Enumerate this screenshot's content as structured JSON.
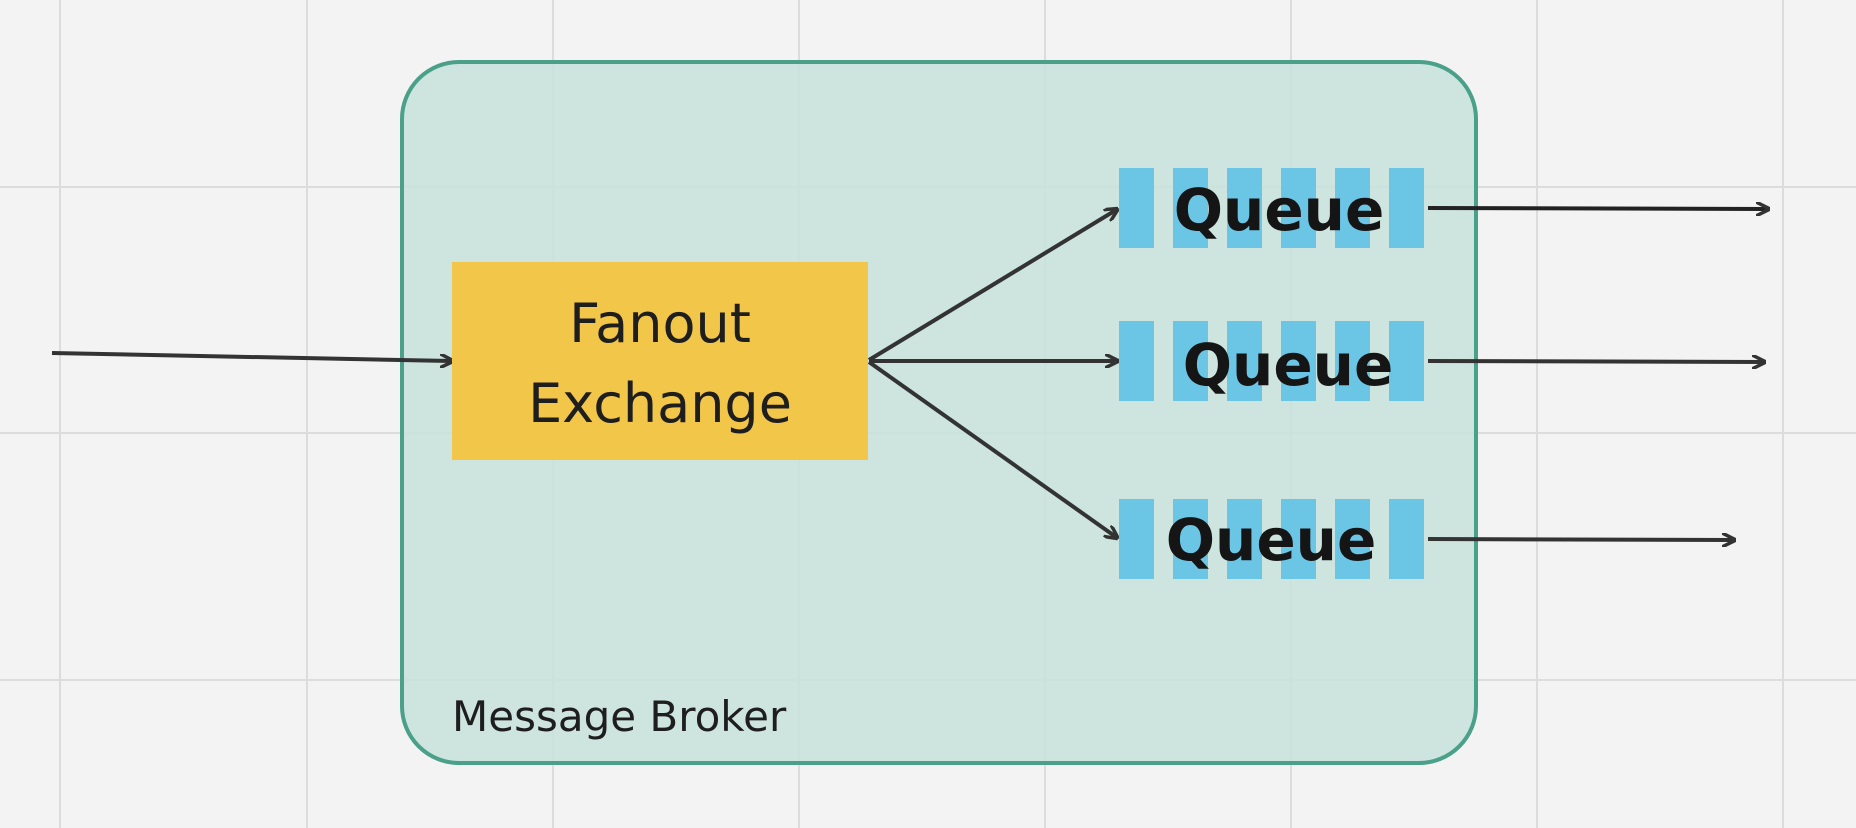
{
  "canvas": {
    "background": "#f3f3f3",
    "grid_color": "#dcdcdc"
  },
  "broker": {
    "label": "Message Broker",
    "fill": "#c7e1dc",
    "stroke": "#4aa088"
  },
  "exchange": {
    "line1": "Fanout",
    "line2": "Exchange",
    "fill": "#f2c649"
  },
  "queues": [
    {
      "label": "Queue"
    },
    {
      "label": "Queue"
    },
    {
      "label": "Queue"
    }
  ],
  "colors": {
    "queue_bar": "#6bc6e6",
    "arrow": "#333333"
  }
}
